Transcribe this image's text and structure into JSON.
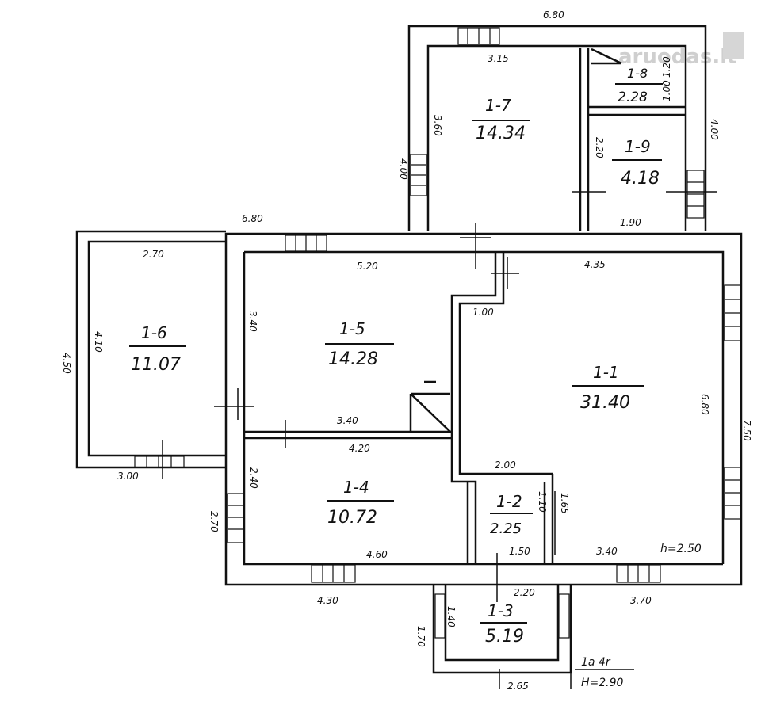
{
  "watermark": "aruodas.lt",
  "rooms": [
    {
      "key": "r11",
      "id": "1-1",
      "area": "31.40"
    },
    {
      "key": "r12",
      "id": "1-2",
      "area": "2.25"
    },
    {
      "key": "r13",
      "id": "1-3",
      "area": "5.19"
    },
    {
      "key": "r14",
      "id": "1-4",
      "area": "10.72"
    },
    {
      "key": "r15",
      "id": "1-5",
      "area": "14.28"
    },
    {
      "key": "r16",
      "id": "1-6",
      "area": "11.07"
    },
    {
      "key": "r17",
      "id": "1-7",
      "area": "14.34"
    },
    {
      "key": "r18",
      "id": "1-8",
      "area": "2.28"
    },
    {
      "key": "r19",
      "id": "1-9",
      "area": "4.18"
    }
  ],
  "dimensions": [
    "6.80",
    "3.15",
    "1.20",
    "1.00",
    "4.00",
    "3.60",
    "2.20",
    "4.00",
    "1.90",
    "6.80",
    "2.70",
    "5.20",
    "4.35",
    "4.50",
    "4.10",
    "3.40",
    "1.00",
    "3.40",
    "4.20",
    "6.80",
    "7.50",
    "3.00",
    "2.00",
    "2.40",
    "1.10",
    "1.65",
    "2.70",
    "4.60",
    "1.50",
    "3.40",
    "4.30",
    "2.20",
    "3.70",
    "1.70",
    "1.40",
    "2.65"
  ],
  "notes": {
    "height_marker": "h=2.50",
    "storey": "1a 4r",
    "height": "H=2.90"
  }
}
